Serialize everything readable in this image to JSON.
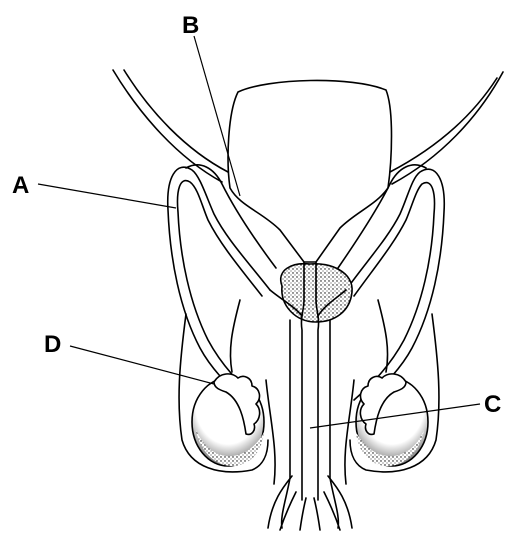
{
  "diagram": {
    "labels": {
      "a": "A",
      "b": "B",
      "c": "C",
      "d": "D"
    }
  },
  "colors": {
    "line": "#000000",
    "background": "#ffffff"
  }
}
